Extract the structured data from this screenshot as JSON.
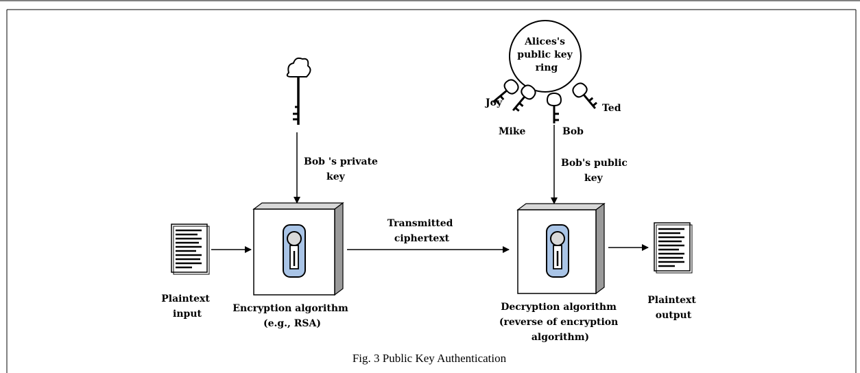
{
  "figure": {
    "caption": "Fig. 3  Public Key Authentication",
    "private_key_label": [
      "Bob 's private",
      "key"
    ],
    "public_key_label": [
      "Bob's public",
      "key"
    ],
    "key_ring_label": [
      "Alices's",
      "public key",
      "ring"
    ],
    "key_names": {
      "joy": "Joy",
      "mike": "Mike",
      "bob": "Bob",
      "ted": "Ted"
    },
    "plaintext_input_label": [
      "Plaintext",
      "input"
    ],
    "encryption_label": [
      "Encryption algorithm",
      "(e.g., RSA)"
    ],
    "transmitted_label": [
      "Transmitted",
      "ciphertext"
    ],
    "decryption_label": [
      "Decryption algorithm",
      "(reverse of encryption",
      "algorithm)"
    ],
    "plaintext_output_label": [
      "Plaintext",
      "output"
    ]
  },
  "colors": {
    "lock_fill": "#a9c4e6",
    "box_side": "#9a9a9a",
    "line": "#000000"
  }
}
